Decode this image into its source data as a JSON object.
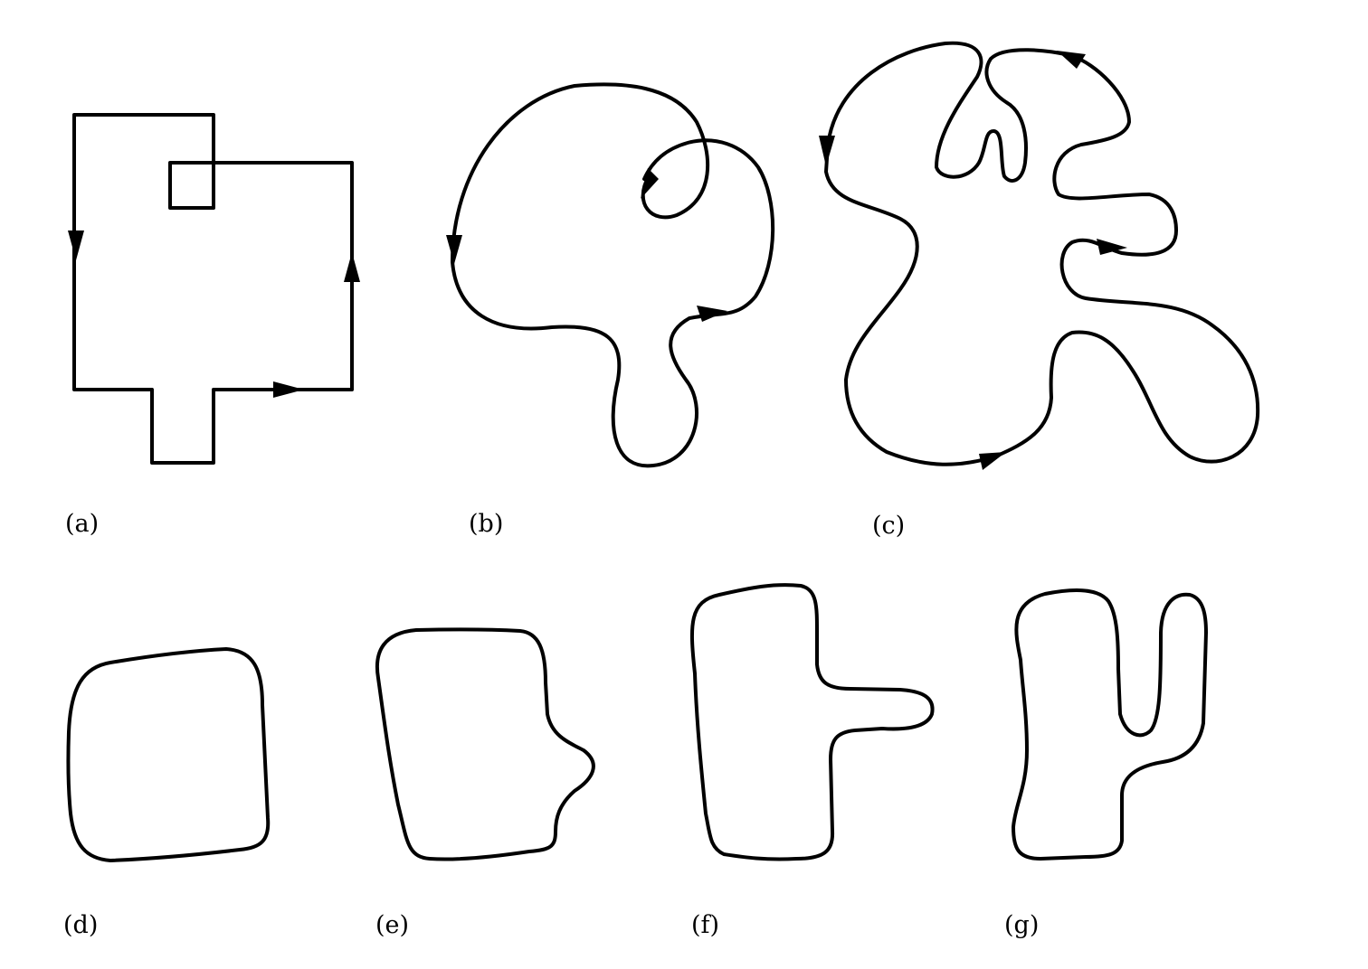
{
  "panels": [
    {
      "id": "a",
      "label": "(a)"
    },
    {
      "id": "b",
      "label": "(b)"
    },
    {
      "id": "c",
      "label": "(c)"
    },
    {
      "id": "d",
      "label": "(d)"
    },
    {
      "id": "e",
      "label": "(e)"
    },
    {
      "id": "f",
      "label": "(f)"
    },
    {
      "id": "g",
      "label": "(g)"
    }
  ],
  "colors": {
    "stroke": "#000000",
    "background": "#ffffff"
  }
}
